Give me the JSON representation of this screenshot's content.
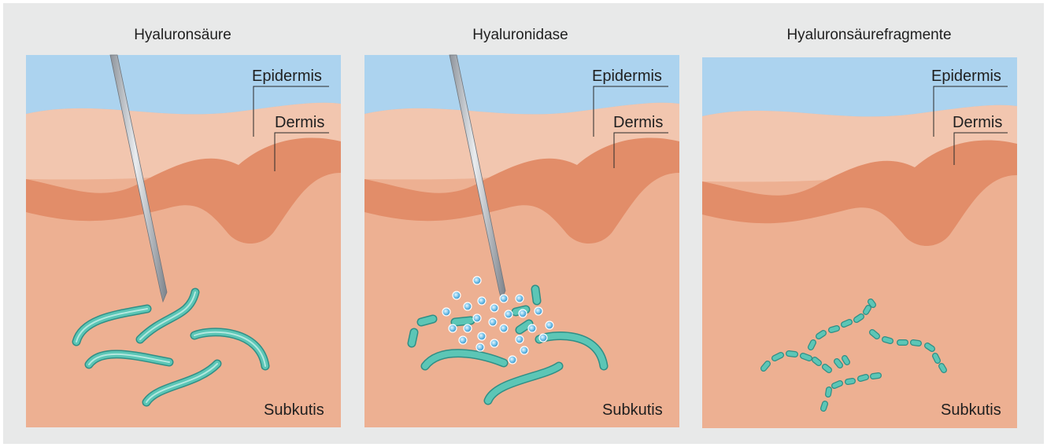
{
  "panels": [
    {
      "title": "Hyaluronsäure",
      "labels": {
        "epidermis": "Epidermis",
        "dermis": "Dermis",
        "subkutis": "Subkutis"
      }
    },
    {
      "title": "Hyaluronidase",
      "labels": {
        "epidermis": "Epidermis",
        "dermis": "Dermis",
        "subkutis": "Subkutis"
      }
    },
    {
      "title": "Hyaluronsäurefragmente",
      "labels": {
        "epidermis": "Epidermis",
        "dermis": "Dermis",
        "subkutis": "Subkutis"
      }
    }
  ],
  "colors": {
    "background": "#e8e9e9",
    "epidermis": "#acd3ef",
    "upper_dermis": "#f2c6af",
    "dermis_band": "#e28d69",
    "subkutis": "#edb092",
    "hyaluronic_acid": "#5cc6b6",
    "hyaluronidase": "#63b9e3",
    "needle": "#b9bdc3"
  }
}
